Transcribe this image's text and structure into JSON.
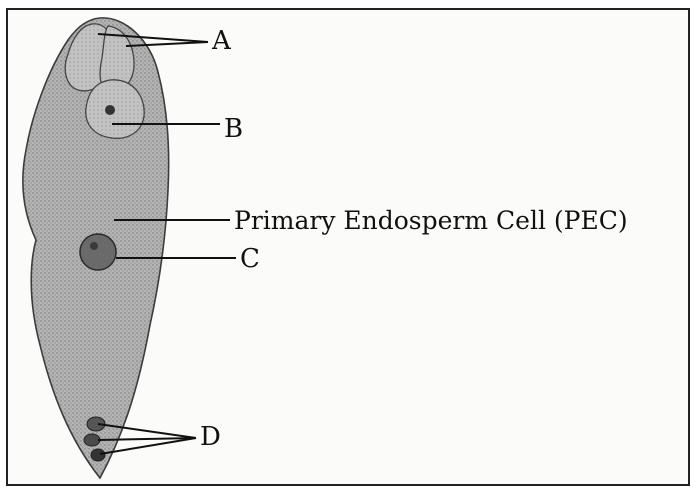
{
  "labels": {
    "a": "A",
    "b": "B",
    "pec": "Primary Endosperm Cell (PEC)",
    "c": "C",
    "d": "D"
  },
  "colors": {
    "cell_fill": "#a9a9a9",
    "line": "#111111"
  }
}
